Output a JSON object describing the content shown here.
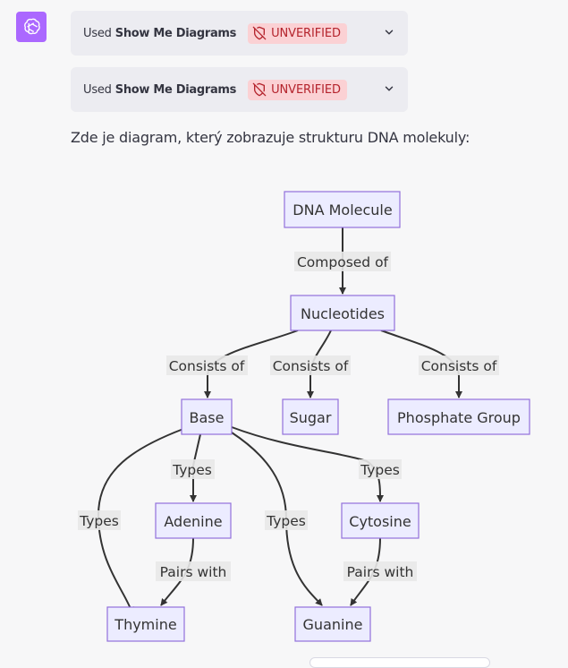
{
  "assistant": {
    "icon": "openai-logo-icon",
    "brand_color": "#ab68ff"
  },
  "plugin_calls": [
    {
      "used_label": "Used",
      "plugin_name": "Show Me Diagrams",
      "badge": "UNVERIFIED",
      "badge_icon": "shield-off-icon",
      "expand_icon": "chevron-down-icon"
    },
    {
      "used_label": "Used",
      "plugin_name": "Show Me Diagrams",
      "badge": "UNVERIFIED",
      "badge_icon": "shield-off-icon",
      "expand_icon": "chevron-down-icon"
    }
  ],
  "message": {
    "text": "Zde je diagram, který zobrazuje strukturu DNA molekuly:"
  },
  "diagram": {
    "type": "flowchart-top-down",
    "node_fill": "#ececff",
    "node_stroke": "#9370db",
    "nodes": {
      "dna": "DNA Molecule",
      "nucleotides": "Nucleotides",
      "base": "Base",
      "sugar": "Sugar",
      "phosphate": "Phosphate Group",
      "adenine": "Adenine",
      "cytosine": "Cytosine",
      "thymine": "Thymine",
      "guanine": "Guanine"
    },
    "edges": [
      {
        "from": "dna",
        "to": "nucleotides",
        "label": "Composed of"
      },
      {
        "from": "nucleotides",
        "to": "base",
        "label": "Consists of"
      },
      {
        "from": "nucleotides",
        "to": "sugar",
        "label": "Consists of"
      },
      {
        "from": "nucleotides",
        "to": "phosphate",
        "label": "Consists of"
      },
      {
        "from": "base",
        "to": "thymine",
        "label": "Types"
      },
      {
        "from": "base",
        "to": "adenine",
        "label": "Types"
      },
      {
        "from": "base",
        "to": "guanine",
        "label": "Types"
      },
      {
        "from": "base",
        "to": "cytosine",
        "label": "Types"
      },
      {
        "from": "adenine",
        "to": "thymine",
        "label": "Pairs with"
      },
      {
        "from": "cytosine",
        "to": "guanine",
        "label": "Pairs with"
      }
    ]
  }
}
